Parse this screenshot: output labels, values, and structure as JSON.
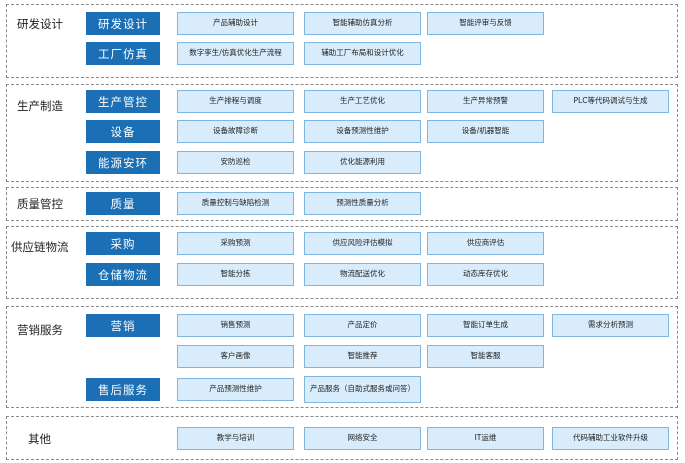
{
  "sections": [
    {
      "label": "研发设计",
      "categories": [
        {
          "label": "研发设计",
          "items": [
            "产品辅助设计",
            "智能辅助仿真分析",
            "智能评审与反馈"
          ]
        },
        {
          "label": "工厂仿真",
          "items": [
            "数字孪生/仿真优化生产流程",
            "辅助工厂布局和设计优化"
          ]
        }
      ]
    },
    {
      "label": "生产制造",
      "categories": [
        {
          "label": "生产管控",
          "items": [
            "生产排程与调度",
            "生产工艺优化",
            "生产异常预警",
            "PLC等代码调试与生成"
          ]
        },
        {
          "label": "设备",
          "items": [
            "设备故障诊断",
            "设备预测性维护",
            "设备/机器智能"
          ]
        },
        {
          "label": "能源安环",
          "items": [
            "安防巡检",
            "优化能源利用"
          ]
        }
      ]
    },
    {
      "label": "质量管控",
      "categories": [
        {
          "label": "质量",
          "items": [
            "质量控制与缺陷检测",
            "预测性质量分析"
          ]
        }
      ]
    },
    {
      "label": "供应链物流",
      "categories": [
        {
          "label": "采购",
          "items": [
            "采购预测",
            "供应风险评估模拟",
            "供应商评估"
          ]
        },
        {
          "label": "仓储物流",
          "items": [
            "智能分拣",
            "物流配送优化",
            "动态库存优化"
          ]
        }
      ]
    },
    {
      "label": "营销服务",
      "categories": [
        {
          "label": "营销",
          "items": [
            "销售预测",
            "产品定价",
            "智能订单生成",
            "需求分析预测",
            "客户画像",
            "智能推荐",
            "智能客服"
          ]
        },
        {
          "label": "售后服务",
          "items": [
            "产品预测性维护",
            "产品服务（自助式服务或问答）"
          ]
        }
      ]
    },
    {
      "label": "其他",
      "categories": [
        {
          "label": "",
          "items": [
            "教学与培训",
            "网络安全",
            "IT运维",
            "代码辅助工业软件升级"
          ]
        }
      ]
    }
  ]
}
